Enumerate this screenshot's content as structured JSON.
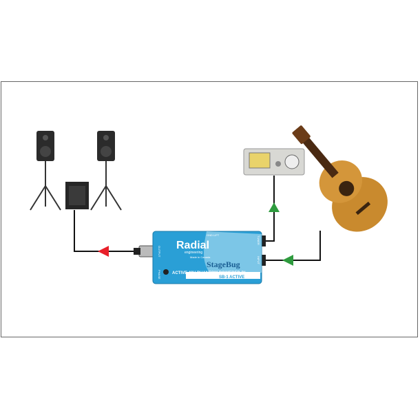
{
  "device": {
    "brand": "Radial",
    "brand_sub": "engineering",
    "made_in": "Made in Canada",
    "gnd_lift": "GND LIFT",
    "model": "StageBug",
    "description": "ACTIVE 48V PHANTOM POWERED DI",
    "model_code": "SB-1 ACTIVE",
    "output_label": "OUTPUT",
    "tuner_label": "TUNER",
    "input_label": "INPUT",
    "pad_label": "PAD",
    "phase_label": "PHASE"
  },
  "colors": {
    "signal_out": "#e8202a",
    "signal_in": "#2e9b3e",
    "device": "#2a9fd6",
    "wire": "#111111"
  }
}
